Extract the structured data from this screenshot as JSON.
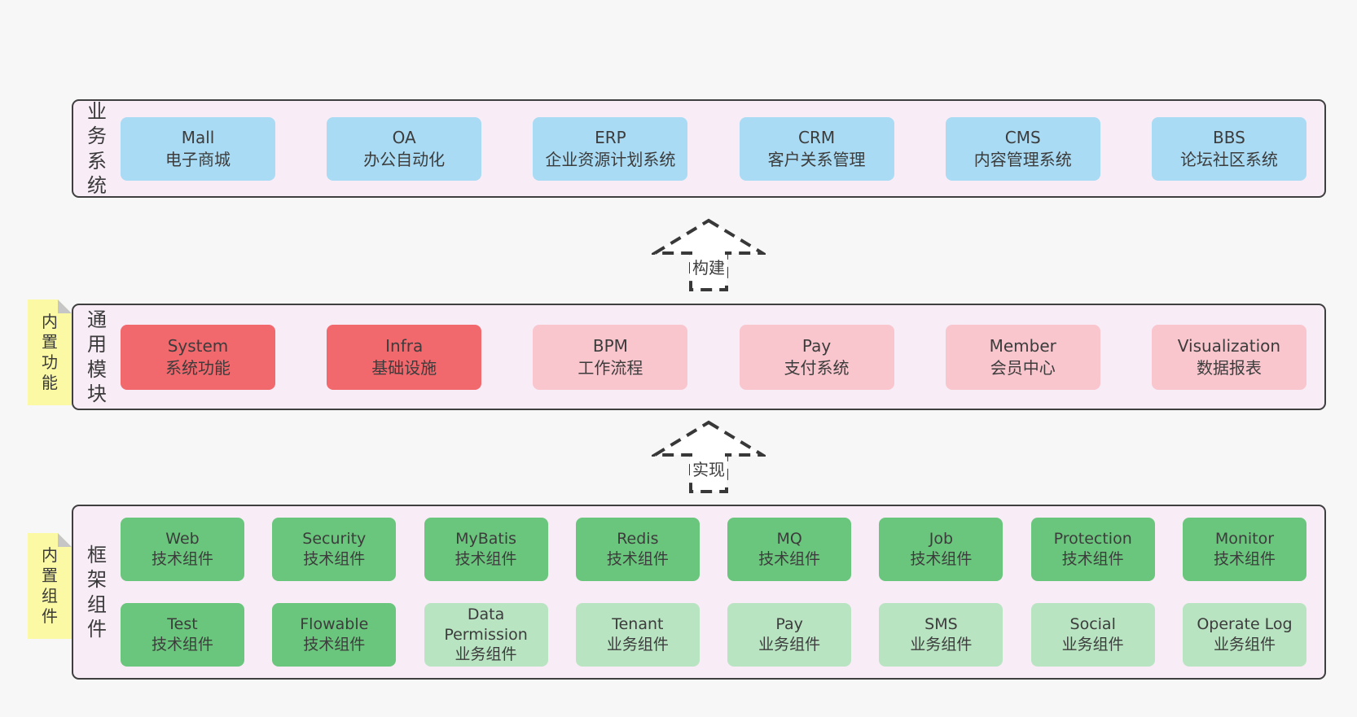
{
  "palette": {
    "page_background": "#f7f7f7",
    "panel_background": "#f8ecf6",
    "panel_border": "#3f3f3f",
    "box_blue": "#a9dbf4",
    "box_red": "#f1686d",
    "box_pink": "#f9c6ce",
    "box_green": "#6bc67d",
    "box_green_light": "#b9e4c2",
    "sticky_yellow": "#fbf9a3",
    "sticky_fold_gray": "#c6c6c6",
    "text": "#3c3c3c"
  },
  "arrows": [
    {
      "label": "构建"
    },
    {
      "label": "实现"
    }
  ],
  "sections": {
    "business": {
      "label": "业务系统",
      "boxes": [
        {
          "name": "Mall",
          "desc": "电子商城"
        },
        {
          "name": "OA",
          "desc": "办公自动化"
        },
        {
          "name": "ERP",
          "desc": "企业资源计划系统"
        },
        {
          "name": "CRM",
          "desc": "客户关系管理"
        },
        {
          "name": "CMS",
          "desc": "内容管理系统"
        },
        {
          "name": "BBS",
          "desc": "论坛社区系统"
        }
      ]
    },
    "modules": {
      "sticky": "内置功能",
      "label": "通用模块",
      "boxes": [
        {
          "name": "System",
          "desc": "系统功能"
        },
        {
          "name": "Infra",
          "desc": "基础设施"
        },
        {
          "name": "BPM",
          "desc": "工作流程"
        },
        {
          "name": "Pay",
          "desc": "支付系统"
        },
        {
          "name": "Member",
          "desc": "会员中心"
        },
        {
          "name": "Visualization",
          "desc": "数据报表"
        }
      ]
    },
    "components": {
      "sticky": "内置组件",
      "label": "框架组件",
      "row1": [
        {
          "name": "Web",
          "desc": "技术组件"
        },
        {
          "name": "Security",
          "desc": "技术组件"
        },
        {
          "name": "MyBatis",
          "desc": "技术组件"
        },
        {
          "name": "Redis",
          "desc": "技术组件"
        },
        {
          "name": "MQ",
          "desc": "技术组件"
        },
        {
          "name": "Job",
          "desc": "技术组件"
        },
        {
          "name": "Protection",
          "desc": "技术组件"
        },
        {
          "name": "Monitor",
          "desc": "技术组件"
        }
      ],
      "row2": [
        {
          "name": "Test",
          "desc": "技术组件"
        },
        {
          "name": "Flowable",
          "desc": "技术组件"
        },
        {
          "name": "Data Permission",
          "desc": "业务组件"
        },
        {
          "name": "Tenant",
          "desc": "业务组件"
        },
        {
          "name": "Pay",
          "desc": "业务组件"
        },
        {
          "name": "SMS",
          "desc": "业务组件"
        },
        {
          "name": "Social",
          "desc": "业务组件"
        },
        {
          "name": "Operate Log",
          "desc": "业务组件"
        }
      ]
    }
  }
}
